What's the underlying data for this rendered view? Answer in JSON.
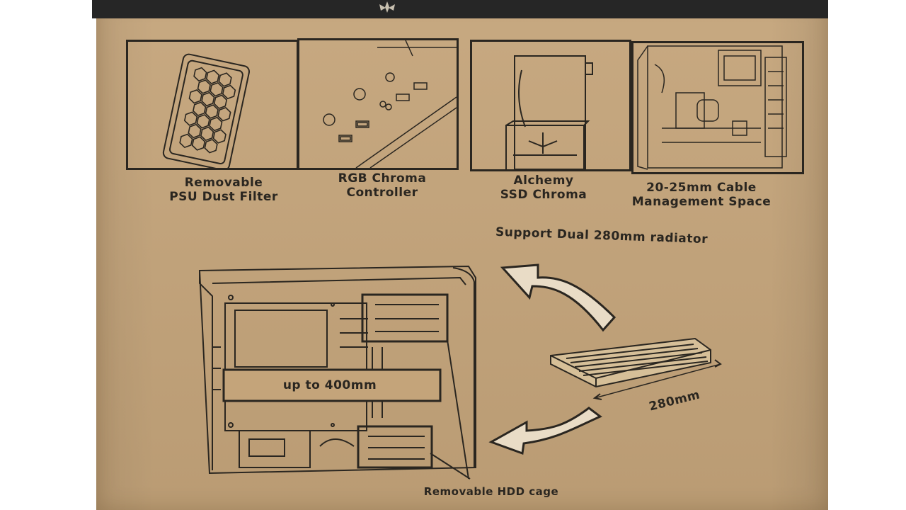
{
  "features": [
    {
      "line1": "Removable",
      "line2": "PSU Dust Filter"
    },
    {
      "line1": "RGB Chroma",
      "line2": "Controller"
    },
    {
      "line1": "Alchemy",
      "line2": "SSD Chroma"
    },
    {
      "line1": "20-25mm Cable",
      "line2": "Management Space"
    }
  ],
  "radiator_support": "Support Dual 280mm radiator",
  "gpu_length": "up to 400mm",
  "radiator_size": "280mm",
  "hdd_cage": "Removable HDD cage",
  "colors": {
    "cardboard": "#c4a47a",
    "ink": "#2a2620",
    "band": "#262626"
  }
}
